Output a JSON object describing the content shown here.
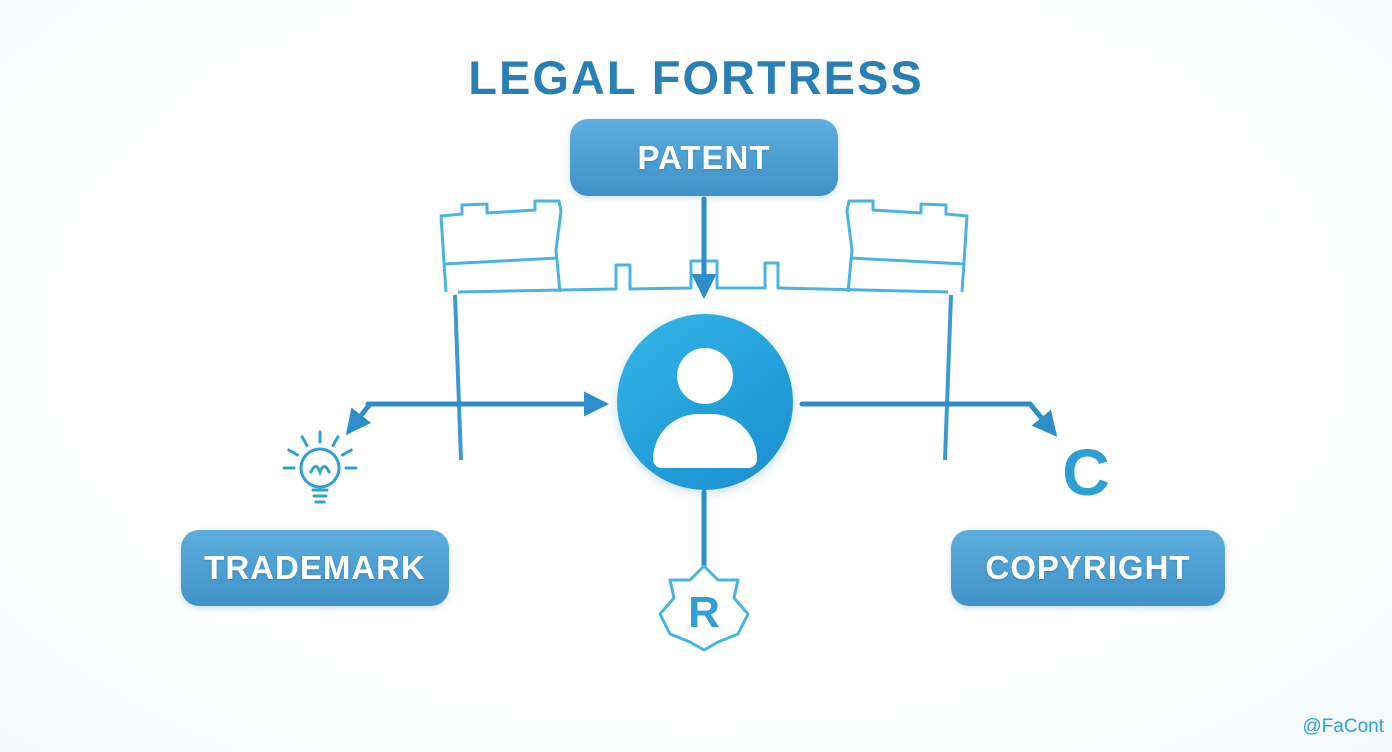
{
  "title": "LEGAL FORTRESS",
  "nodes": {
    "patent": "PATENT",
    "trademark": "TRADEMARK",
    "copyright": "COPYRIGHT"
  },
  "glyphs": {
    "registered": "R",
    "copyright_symbol": "C"
  },
  "watermark": "@FaCont",
  "colors": {
    "title": "#2980b4",
    "node_gradient_top": "#5caede",
    "node_gradient_bottom": "#4092c8",
    "connector_line": "#2e8ec9",
    "fortress_outline": "#49b4e4",
    "circle_gradient_top": "#35b7e9",
    "circle_gradient_bottom": "#1b8ed0",
    "glyph_blue": "#2f9fd6",
    "watermark_blue": "#2da2da"
  }
}
